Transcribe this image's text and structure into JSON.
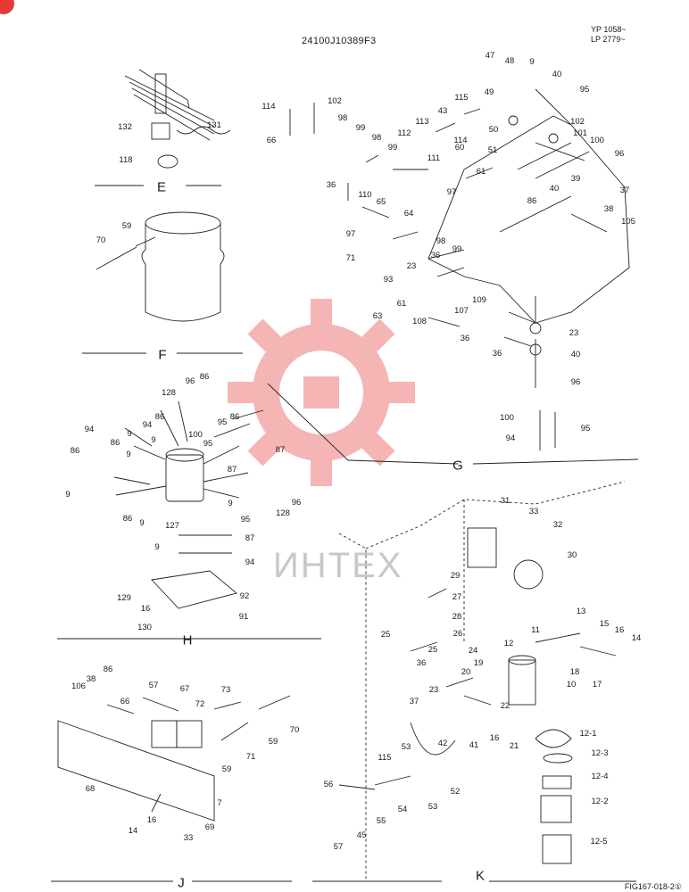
{
  "header": {
    "drawing_number": "24100J10389F3",
    "revision_lines": [
      "YP 1058~",
      "LP 2779~"
    ]
  },
  "footer": {
    "figure_code": "FIG167-018-2①"
  },
  "watermark": {
    "text": "ИНТЕХ",
    "color": "#f3a3a3"
  },
  "sections": {
    "E": "E",
    "F": "F",
    "G": "G",
    "H": "H",
    "J": "J",
    "K": "K"
  },
  "part_numbers": {
    "E": [
      "132",
      "131",
      "118"
    ],
    "F": [
      "70",
      "59"
    ],
    "G": [
      "47",
      "48",
      "49",
      "9",
      "40",
      "95",
      "114",
      "102",
      "115",
      "98",
      "99",
      "43",
      "66",
      "113",
      "112",
      "114",
      "60",
      "50",
      "102",
      "101",
      "100",
      "98",
      "99",
      "111",
      "51",
      "61",
      "96",
      "36",
      "110",
      "97",
      "65",
      "64",
      "39",
      "37",
      "40",
      "86",
      "38",
      "105",
      "97",
      "98",
      "99",
      "71",
      "23",
      "93",
      "36",
      "109",
      "107",
      "61",
      "108",
      "63",
      "36",
      "23",
      "36",
      "40",
      "96",
      "100",
      "94",
      "95"
    ],
    "H": [
      "96",
      "86",
      "128",
      "95",
      "86",
      "94",
      "86",
      "100",
      "94",
      "9",
      "9",
      "86",
      "87",
      "95",
      "86",
      "9",
      "87",
      "96",
      "9",
      "128",
      "86",
      "9",
      "127",
      "95",
      "9",
      "9",
      "87",
      "94",
      "129",
      "92",
      "16",
      "91",
      "130"
    ],
    "J": [
      "106",
      "38",
      "86",
      "57",
      "67",
      "72",
      "73",
      "66",
      "70",
      "59",
      "71",
      "59",
      "68",
      "7",
      "14",
      "16",
      "33",
      "69"
    ],
    "K": [
      "31",
      "33",
      "32",
      "30",
      "29",
      "27",
      "28",
      "13",
      "15",
      "16",
      "14",
      "25",
      "26",
      "11",
      "12",
      "25",
      "24",
      "36",
      "19",
      "20",
      "18",
      "10",
      "17",
      "23",
      "22",
      "37",
      "16",
      "21",
      "12-1",
      "42",
      "41",
      "53",
      "12-3",
      "12-4",
      "115",
      "56",
      "52",
      "12-2",
      "53",
      "54",
      "55",
      "45",
      "57",
      "12-5"
    ]
  }
}
